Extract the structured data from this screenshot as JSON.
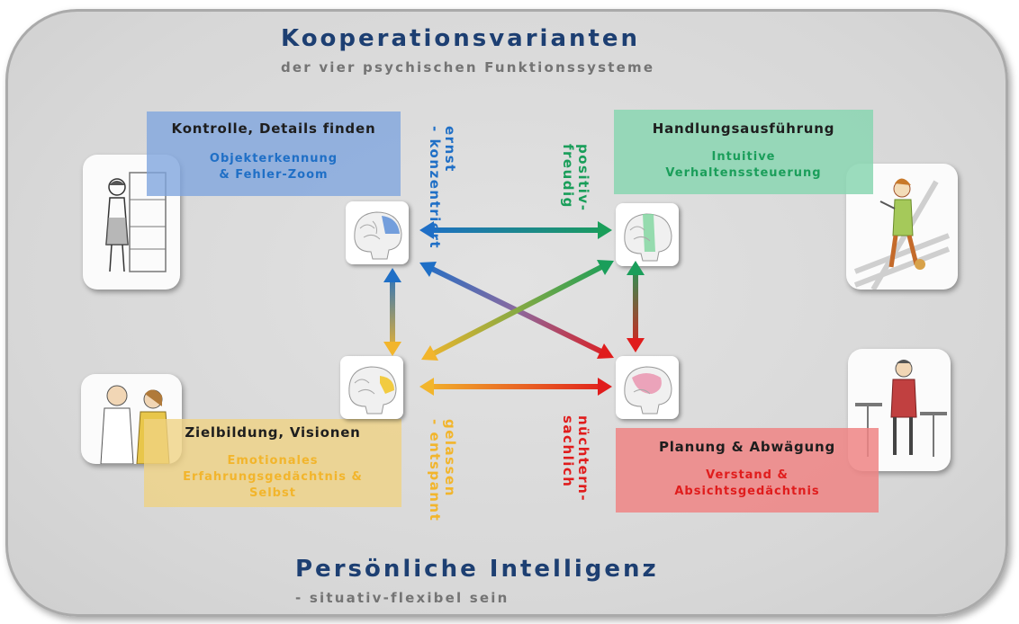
{
  "header": {
    "title": "Kooperationsvarianten",
    "subtitle": "der vier psychischen Funktionssysteme"
  },
  "footer": {
    "title": "Persönliche Intelligenz",
    "subtitle": "- situativ-flexibel sein"
  },
  "systems": {
    "top_left": {
      "heading": "Kontrolle, Details finden",
      "line1": "Objekterkennung",
      "line2": "& Fehler-Zoom",
      "color": "#1f6fc6"
    },
    "top_right": {
      "heading": "Handlungsausführung",
      "line1": "Intuitive",
      "line2": "Verhaltenssteuerung",
      "color": "#1a9e5a"
    },
    "bottom_left": {
      "heading": "Zielbildung, Visionen",
      "line1": "Emotionales",
      "line2": "Erfahrungsgedächtnis &",
      "line3": "Selbst",
      "color": "#f2b52c"
    },
    "bottom_right": {
      "heading": "Planung & Abwägung",
      "line1": "Verstand &",
      "line2": "Absichtsgedächtnis",
      "color": "#e01c1c"
    }
  },
  "connection_labels": {
    "top_left": {
      "line1": "ernst",
      "line2": "- konzentriert",
      "color": "#1f6fc6"
    },
    "top_right": {
      "line1": "positiv-",
      "line2": "freudig",
      "color": "#1a9e5a"
    },
    "bottom_left": {
      "line1": "gelassen",
      "line2": "- entspannt",
      "color": "#f2b52c"
    },
    "bottom_right": {
      "line1": "nüchtern-",
      "line2": "sachlich",
      "color": "#e01c1c"
    }
  },
  "icons": [
    "brain-icon",
    "illustration"
  ]
}
